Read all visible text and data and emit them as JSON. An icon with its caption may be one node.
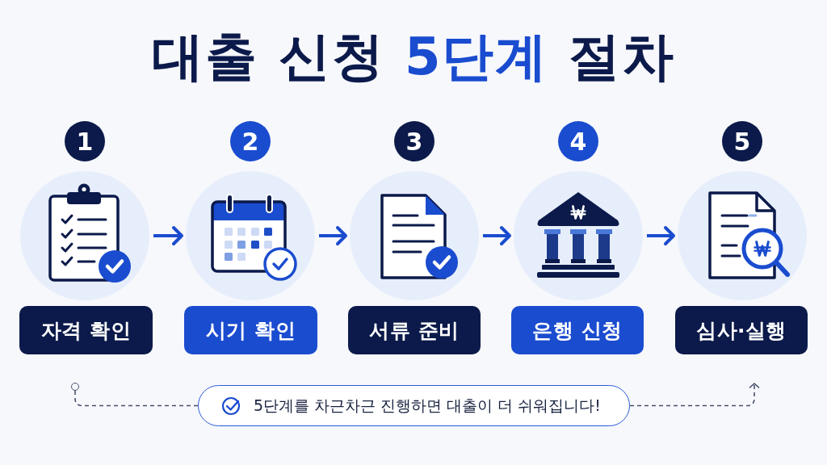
{
  "diagram": {
    "title": "대출 신청 **5단계** 절차",
    "nodes": [
      {
        "text": [
          "1"
        ]
      },
      {
        "text": [
          "2"
        ]
      },
      {
        "text": [
          "3"
        ]
      },
      {
        "text": [
          "4"
        ]
      },
      {
        "text": [
          "5"
        ]
      },
      {
        "text": [],
        "shape": "circle"
      },
      {
        "text": [],
        "shape": "circle"
      },
      {
        "text": [],
        "shape": "circle"
      },
      {
        "text": [],
        "shape": "circle"
      },
      {
        "text": [],
        "shape": "circle"
      },
      {
        "text": [
          "자격 확인"
        ]
      },
      {
        "text": [
          "시기 확인"
        ]
      },
      {
        "text": [
          "서류 준비"
        ]
      },
      {
        "text": [
          "은행 신청"
        ]
      },
      {
        "text": [
          "심사·실행"
        ]
      },
      {
        "text": [],
        "shape": "circle"
      },
      {
        "text": [
          "5단계를 차근차근 진행하면 대출이 더 쉬워집니다!"
        ]
      }
    ],
    "edges": [
      {
        "from": 5,
        "to": 6,
        "arrow": "to"
      },
      {
        "from": 6,
        "to": 7,
        "arrow": "to"
      },
      {
        "from": 7,
        "to": 8,
        "arrow": "to"
      },
      {
        "from": 8,
        "to": 9,
        "arrow": "to"
      },
      {
        "from": 15,
        "to": 16,
        "arrow": "none",
        "style": "dashed",
        "color": "#44506b"
      },
      {
        "from": 16,
        "to": null,
        "arrow": "to",
        "style": "dashed",
        "color": "#44506b"
      }
    ]
  }
}
